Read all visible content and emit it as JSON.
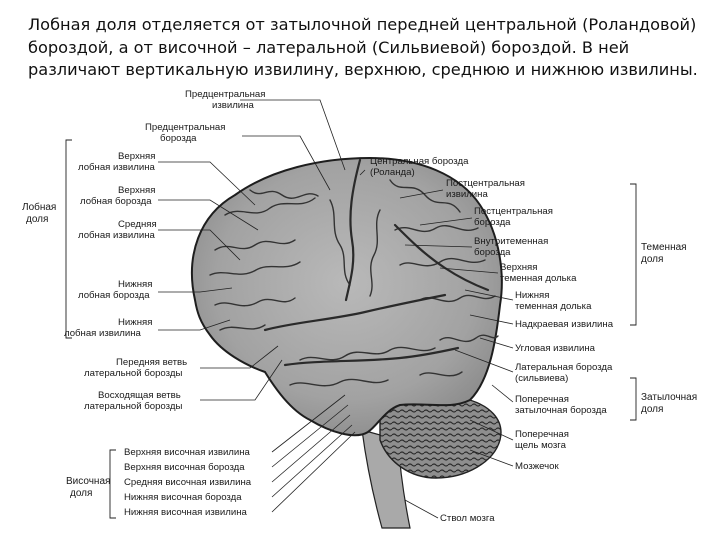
{
  "intro": "Лобная доля отделяется от затылочной передней центральной (Роландовой) бороздой, а от височной – латеральной (Сильвиевой) бороздой. В ней различают вертикальную извилину, верхнюю, среднюю и нижнюю извилины.",
  "labels": {
    "precentral_gyrus": [
      "Предцентральная",
      "извилина"
    ],
    "precentral_sulcus": [
      "Предцентральная",
      "борозда"
    ],
    "sup_frontal_gyrus": [
      "Верхняя",
      "лобная извилина"
    ],
    "sup_frontal_sulcus": [
      "Верхняя",
      "лобная борозда"
    ],
    "mid_frontal_gyrus": [
      "Средняя",
      "лобная извилина"
    ],
    "inf_frontal_sulcus": [
      "Нижняя",
      "лобная борозда"
    ],
    "inf_frontal_gyrus": [
      "Нижняя",
      "лобная извилина"
    ],
    "ant_branch": [
      "Передняя ветвь",
      "латеральной борозды"
    ],
    "asc_branch": [
      "Восходящая ветвь",
      "латеральной борозды"
    ],
    "sup_temp_gyrus": "Верхняя височная извилина",
    "sup_temp_sulcus": "Верхняя височная борозда",
    "mid_temp_gyrus": "Средняя височная извилина",
    "inf_temp_sulcus": "Нижняя височная борозда",
    "inf_temp_gyrus": "Нижняя височная извилина",
    "central_sulcus": [
      "Центральная борозда",
      "(Роланда)"
    ],
    "postcentral_gyrus": [
      "Постцентральная",
      "извилина"
    ],
    "postcentral_sulcus": [
      "Постцентральная",
      "борозда"
    ],
    "intraparietal_sulcus": [
      "Внутритеменная",
      "борозда"
    ],
    "sup_parietal_lobule": [
      "Верхняя",
      "теменная долька"
    ],
    "inf_parietal_lobule": [
      "Нижняя",
      "теменная долька"
    ],
    "supramarginal_gyrus": "Надкраевая извилина",
    "angular_gyrus": "Угловая извилина",
    "lateral_sulcus": [
      "Латеральная борозда",
      "(сильвиева)"
    ],
    "transverse_occ_sulcus": [
      "Поперечная",
      "затылочная борозда"
    ],
    "transverse_fissure": [
      "Поперечная",
      "щель мозга"
    ],
    "cerebellum": "Мозжечок",
    "brainstem": "Ствол мозга"
  },
  "groups": {
    "frontal": [
      "Лобная",
      "доля"
    ],
    "parietal": [
      "Теменная",
      "доля"
    ],
    "occipital": [
      "Затылочная",
      "доля"
    ],
    "temporal": [
      "Височная",
      "доля"
    ]
  }
}
